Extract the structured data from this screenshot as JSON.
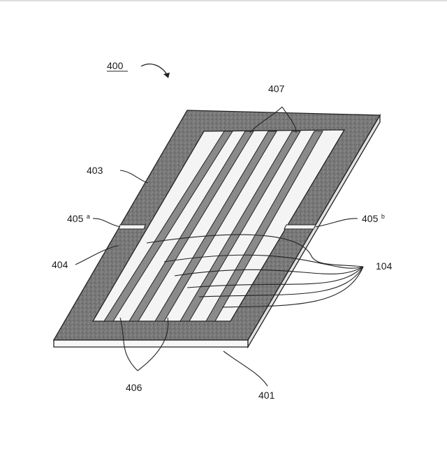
{
  "figure": {
    "ref": "400",
    "labels": {
      "substrate": "401",
      "upper_frame": "403",
      "lower_frame": "404",
      "gap_left": "405",
      "gap_left_sup": "a",
      "gap_right": "405",
      "gap_right_sup": "b",
      "bottom_bars": "406",
      "top_bars": "407",
      "cells": "104"
    }
  },
  "colors": {
    "frame_fill": "#7a7a7a",
    "frame_edge": "#222222",
    "panel_fill": "#f4f4f4",
    "line": "#222222"
  }
}
